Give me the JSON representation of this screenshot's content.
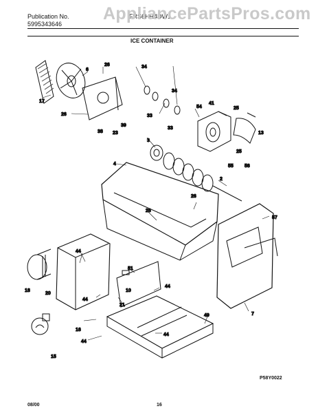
{
  "header": {
    "publication_label": "Publication No.",
    "publication_number": "5995343646",
    "model": "FRS6HR4DW1",
    "section_title": "ICE CONTAINER"
  },
  "watermark": "AppliancePartsPros.com",
  "diagram_code": "P58Y0022",
  "footer": {
    "date": "08/00",
    "page": "16"
  },
  "callouts": {
    "c6": "6",
    "c26a": "26",
    "c34a": "34",
    "c34b": "34",
    "c17": "17",
    "c26b": "26",
    "c23": "23",
    "c38a": "38",
    "c39": "39",
    "c33a": "33",
    "c33b": "33",
    "c54": "54",
    "c41": "41",
    "c25a": "25",
    "c13": "13",
    "c3": "3",
    "c25b": "25",
    "c55": "55",
    "c56": "56",
    "c4": "4",
    "c2": "2",
    "c26c": "26",
    "c26d": "26",
    "c57": "57",
    "c44a": "44",
    "c51": "51",
    "c18": "18",
    "c20": "20",
    "c10": "10",
    "c44b": "44",
    "c21": "21",
    "c44c": "44",
    "c49": "49",
    "c16": "16",
    "c44d": "44",
    "c44e": "44",
    "c15": "15",
    "c7": "7"
  }
}
